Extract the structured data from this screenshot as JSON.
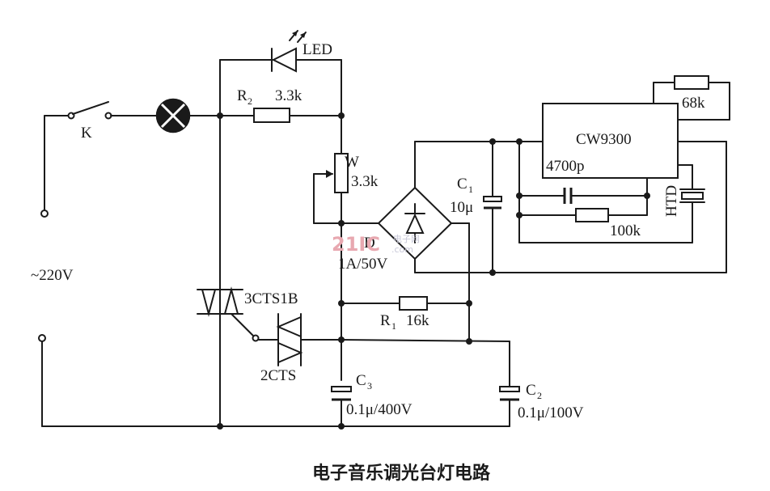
{
  "labels": {
    "led": "LED",
    "r2": "R",
    "r2_sub": "2",
    "r2_value": "3.3k",
    "switch": "K",
    "pot": "W",
    "pot_value": "3.3k",
    "c1": "C",
    "c1_sub": "1",
    "c1_value": "10μ",
    "ic_name": "CW9300",
    "ic_cap": "4700p",
    "r_68k": "68k",
    "r_100k": "100k",
    "htd": "HTD",
    "bridge": "D",
    "bridge_rating": "1A/50V",
    "mains": "~220V",
    "triac": "3CTS1B",
    "diac": "2CTS",
    "r1": "R",
    "r1_sub": "1",
    "r1_value": "16k",
    "c3": "C",
    "c3_sub": "3",
    "c3_value": "0.1μ/400V",
    "c2": "C",
    "c2_sub": "2",
    "c2_value": "0.1μ/100V"
  },
  "caption": "电子音乐调光台灯电路",
  "watermark": {
    "logo": "21IC",
    "site": ".com",
    "cn": "电子网"
  },
  "colors": {
    "ink": "#1a1a1a",
    "watermark": "#e8a8b0"
  }
}
